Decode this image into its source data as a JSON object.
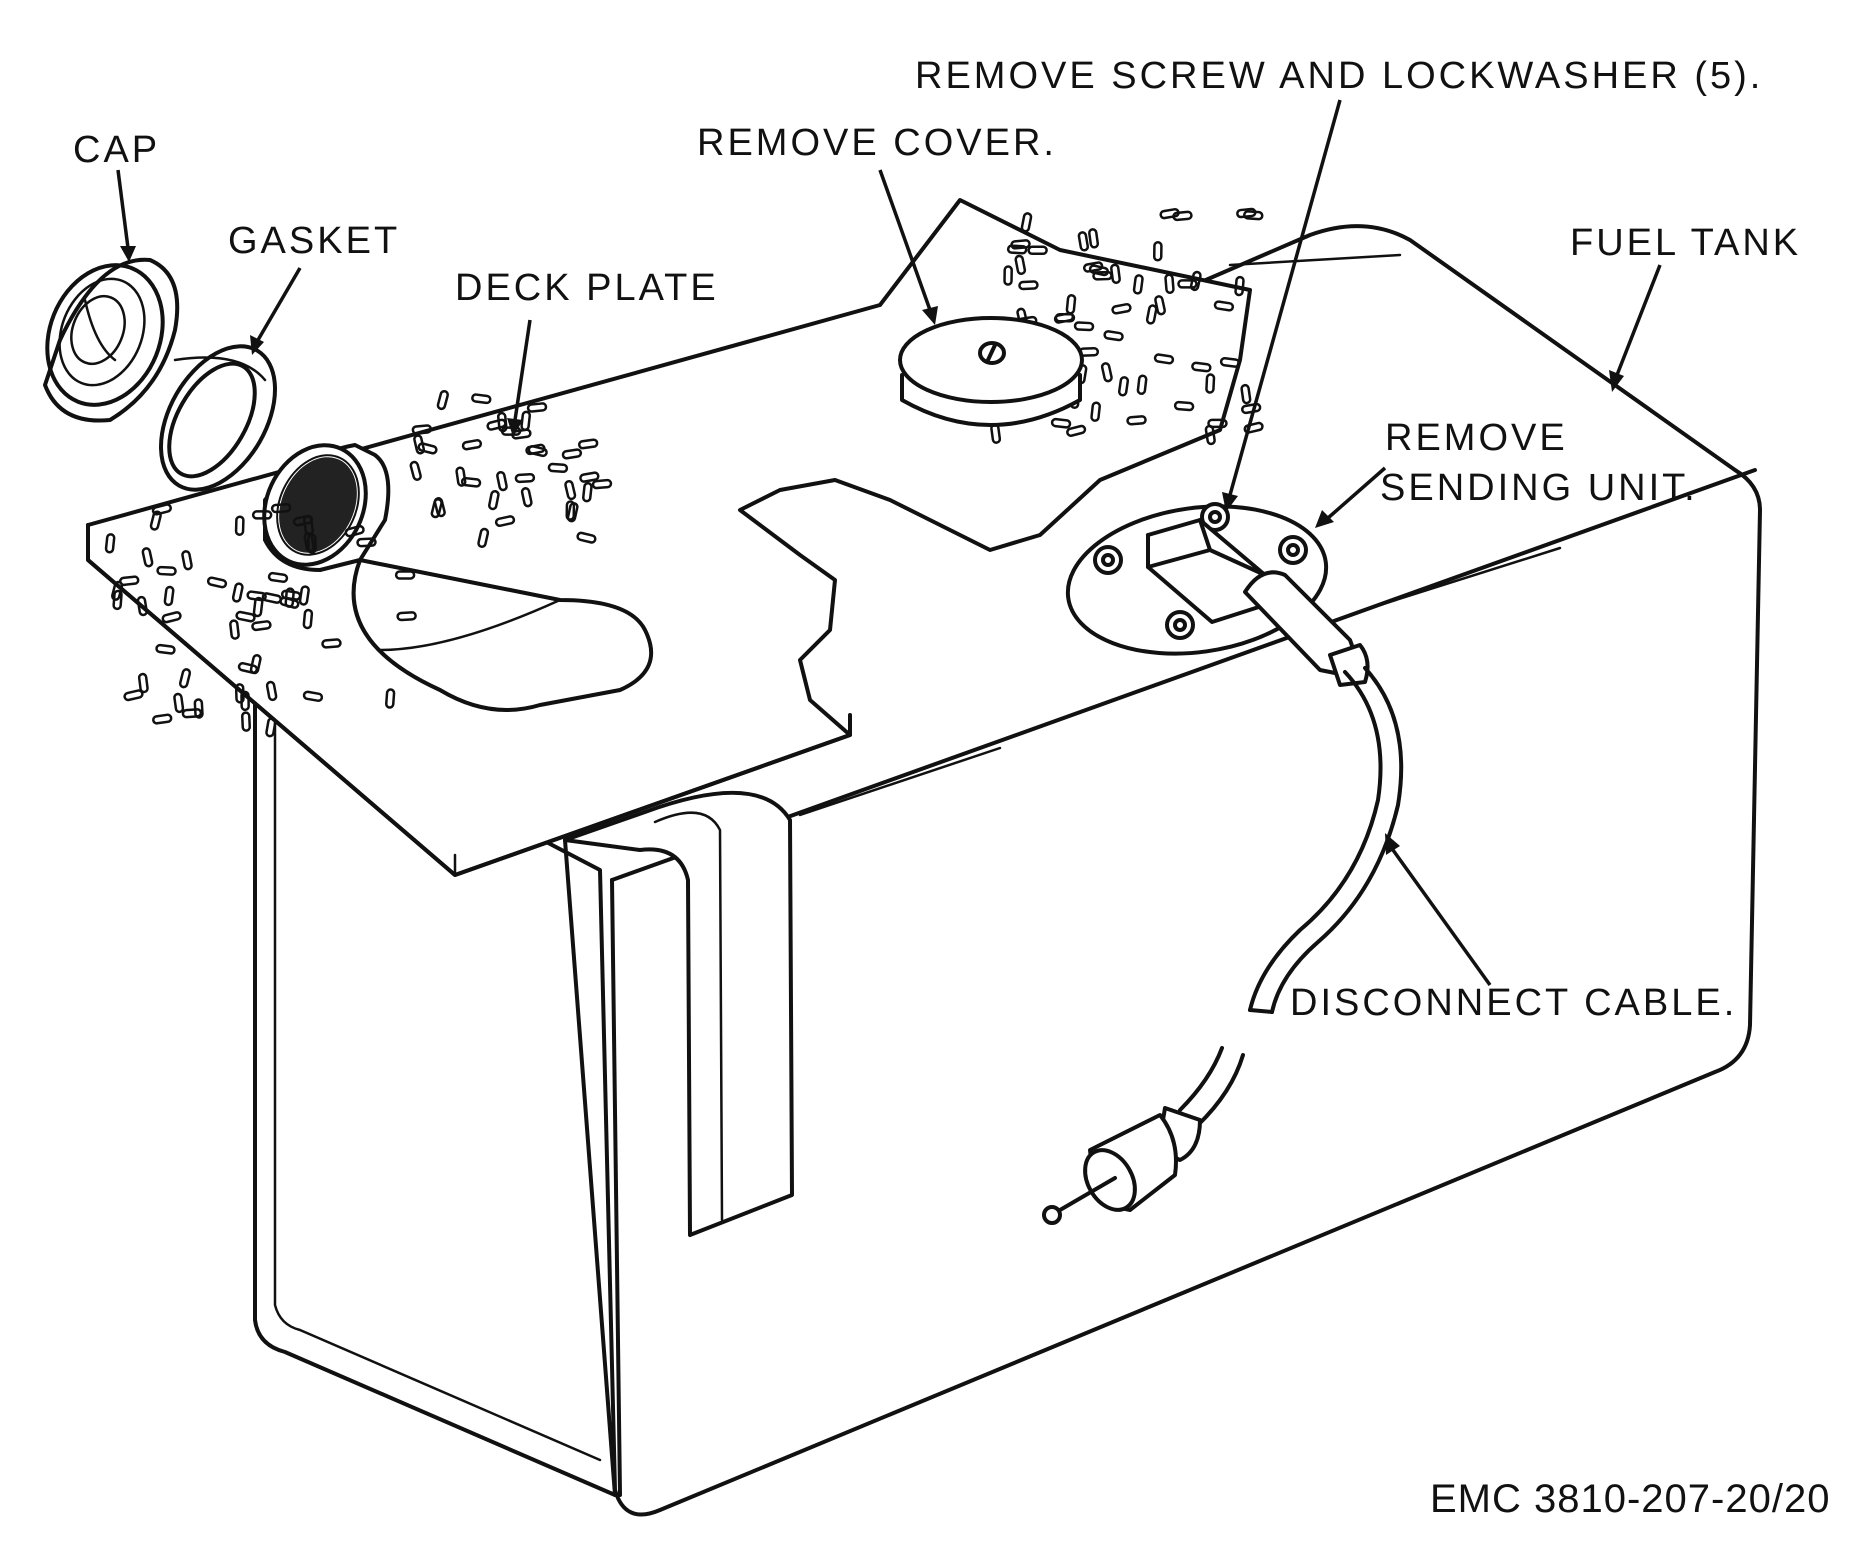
{
  "labels": {
    "cap": "CAP",
    "gasket": "GASKET",
    "deck_plate": "DECK PLATE",
    "remove_cover": "REMOVE COVER.",
    "remove_screw": "REMOVE SCREW AND LOCKWASHER (5).",
    "fuel_tank": "FUEL TANK",
    "remove_sending_line1": "REMOVE",
    "remove_sending_line2": "SENDING UNIT.",
    "disconnect_cable": "DISCONNECT CABLE."
  },
  "figure_code": "EMC 3810-207-20/20"
}
